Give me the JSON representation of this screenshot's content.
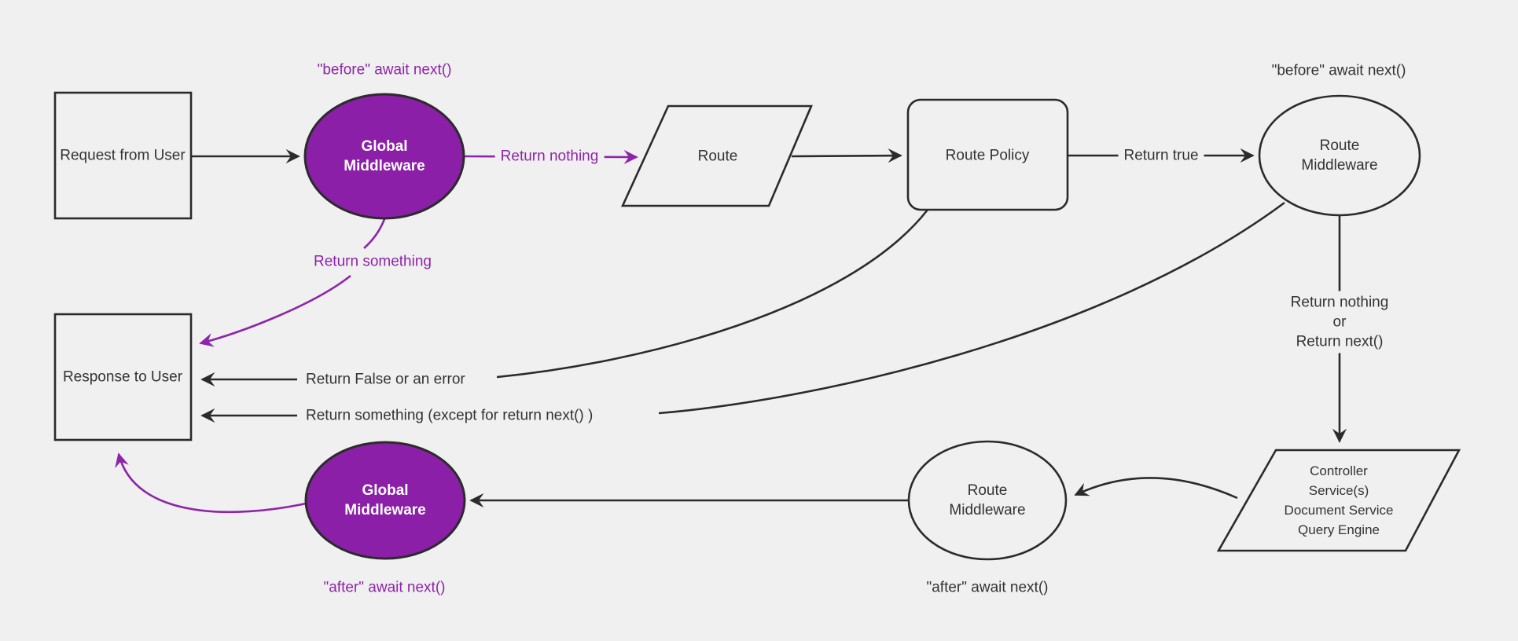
{
  "diagram": {
    "title": "Backend request / middleware flow diagram",
    "colors": {
      "canvas_bg": "#f0f0f0",
      "node_fill": "#f0f0f0",
      "stroke_dark": "#2b2b2b",
      "text_dark": "#333333",
      "purple_fill": "#8b1fa8",
      "purple_accent": "#8e24aa"
    },
    "nodes": {
      "request": {
        "label": "Request from User",
        "shape": "rectangle"
      },
      "global_middleware_top": {
        "label": "Global Middleware",
        "shape": "ellipse"
      },
      "route": {
        "label": "Route",
        "shape": "parallelogram"
      },
      "route_policy": {
        "label": "Route Policy",
        "shape": "rounded-rectangle"
      },
      "route_middleware_top": {
        "label": "Route Middleware",
        "shape": "ellipse"
      },
      "controller": {
        "lines": [
          "Controller",
          "Service(s)",
          "Document Service",
          "Query Engine"
        ],
        "shape": "parallelogram"
      },
      "route_middleware_bottom": {
        "label": "Route Middleware",
        "shape": "ellipse"
      },
      "global_middleware_bottom": {
        "label": "Global Middleware",
        "shape": "ellipse"
      },
      "response": {
        "label": "Response to User",
        "shape": "rectangle"
      }
    },
    "edge_labels": {
      "before_await_global": "\"before\" await next()",
      "return_nothing": "Return nothing",
      "return_true": "Return true",
      "before_await_route": "\"before\" await next()",
      "return_nothing_or_next": [
        "Return nothing",
        "or",
        "Return next()"
      ],
      "return_something": "Return something",
      "return_false_or_error": "Return False or an error",
      "return_something_except": "Return something (except for return next() )",
      "after_await_route": "\"after\" await next()",
      "after_await_global": "\"after\" await next()"
    }
  }
}
